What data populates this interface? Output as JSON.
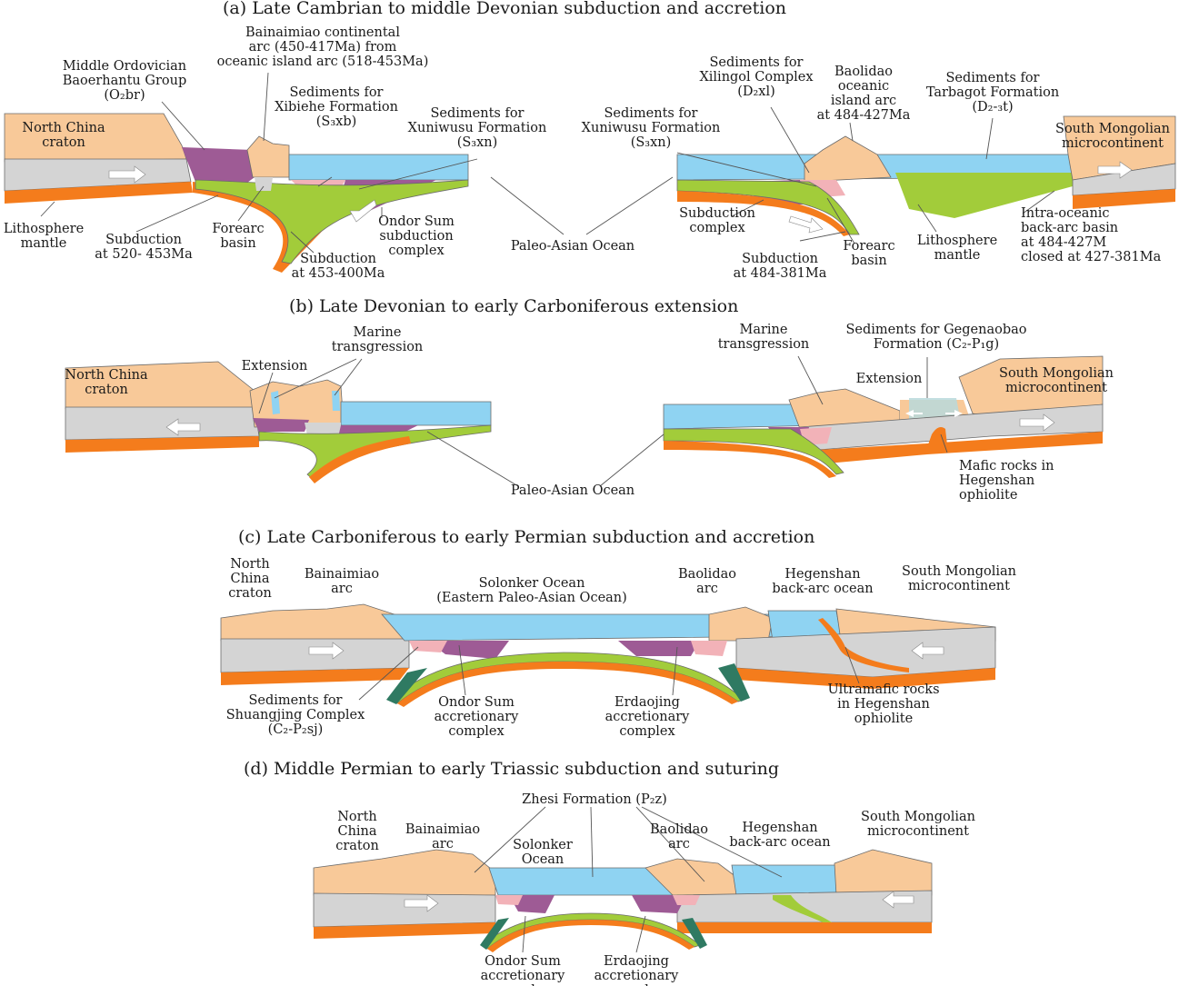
{
  "colors": {
    "continent": "#f8c999",
    "lithosphere": "#d4d4d4",
    "mantle": "#f47c1c",
    "ocean": "#8fd3f2",
    "arc_root": "#9e5b95",
    "crust_green": "#a2cc3a",
    "sediment_pink": "#f2b2b8",
    "dark_green": "#2f7a62",
    "arrow": "#ffffff"
  },
  "panels": {
    "a": {
      "title": "(a) Late Cambrian to middle Devonian subduction and accretion",
      "labels": {
        "ncc": [
          "North China",
          "craton"
        ],
        "bao": [
          "Middle Ordovician",
          "Baoerhantu Group",
          "(O₂br)"
        ],
        "bain": [
          "Bainaimiao continental",
          "arc (450-417Ma) from",
          "oceanic island arc (518-453Ma)"
        ],
        "xib": [
          "Sediments for",
          "Xibiehe Formation",
          "(S₃xb)"
        ],
        "xun_l": [
          "Sediments for",
          "Xuniwusu Formation",
          "(S₃xn)"
        ],
        "lith_l": [
          "Lithosphere",
          "mantle"
        ],
        "sub1": [
          "Subduction",
          "at 520- 453Ma"
        ],
        "fore_l": [
          "Forearc",
          "basin"
        ],
        "sub2": [
          "Subduction",
          "at 453-400Ma"
        ],
        "ondor": [
          "Ondor Sum",
          "subduction",
          "complex"
        ],
        "pao": "Paleo-Asian Ocean",
        "xun_r": [
          "Sediments for",
          "Xuniwusu Formation",
          "(S₃xn)"
        ],
        "xil": [
          "Sediments for",
          "Xilingol Complex",
          "(D₂xl)"
        ],
        "baol": [
          "Baolidao",
          "oceanic",
          "island arc",
          "at 484-427Ma"
        ],
        "tarb": [
          "Sediments for",
          "Tarbagot Formation",
          "(D₂-₃t)"
        ],
        "smm": [
          "South Mongolian",
          "microcontinent"
        ],
        "subc": [
          "Subduction",
          "complex"
        ],
        "sub3": [
          "Subduction",
          "at 484-381Ma"
        ],
        "fore_r": [
          "Forearc",
          "basin"
        ],
        "lith_r": [
          "Lithosphere",
          "mantle"
        ],
        "intra": [
          "Intra-oceanic",
          "back-arc basin",
          "at 484-427M",
          "closed at 427-381Ma"
        ]
      }
    },
    "b": {
      "title": "(b) Late Devonian to early Carboniferous extension",
      "labels": {
        "ncc": [
          "North China",
          "craton"
        ],
        "ext_l": "Extension",
        "mt_l": [
          "Marine",
          "transgression"
        ],
        "pao": "Paleo-Asian Ocean",
        "mt_r": [
          "Marine",
          "transgression"
        ],
        "gegen": [
          "Sediments for Gegenaobao",
          "Formation (C₂-P₁g)"
        ],
        "ext_r": "Extension",
        "smm": [
          "South Mongolian",
          "microcontinent"
        ],
        "mafic": [
          "Mafic rocks in",
          "Hegenshan",
          "ophiolite"
        ]
      }
    },
    "c": {
      "title": "(c) Late Carboniferous to early Permian subduction and accretion",
      "labels": {
        "ncc": [
          "North",
          "China",
          "craton"
        ],
        "bain": [
          "Bainaimiao",
          "arc"
        ],
        "solo": [
          "Solonker Ocean",
          "(Eastern Paleo-Asian Ocean)"
        ],
        "baol": [
          "Baolidao",
          "arc"
        ],
        "heg": [
          "Hegenshan",
          "back-arc ocean"
        ],
        "smm": [
          "South Mongolian",
          "microcontinent"
        ],
        "shuang": [
          "Sediments for",
          "Shuangjing Complex",
          "(C₂-P₂sj)"
        ],
        "ondor": [
          "Ondor Sum",
          "accretionary",
          "complex"
        ],
        "erda": [
          "Erdaojing",
          "accretionary",
          "complex"
        ],
        "ultra": [
          "Ultramafic rocks",
          "in Hegenshan",
          "ophiolite"
        ]
      }
    },
    "d": {
      "title": "(d) Middle Permian to early Triassic subduction and suturing",
      "labels": {
        "ncc": [
          "North",
          "China",
          "craton"
        ],
        "bain": [
          "Bainaimiao",
          "arc"
        ],
        "zhesi": "Zhesi Formation (P₂z)",
        "solo": [
          "Solonker",
          "Ocean"
        ],
        "baol": [
          "Baolidao",
          "arc"
        ],
        "heg": [
          "Hegenshan",
          "back-arc ocean"
        ],
        "smm": [
          "South Mongolian",
          "microcontinent"
        ],
        "ondor": [
          "Ondor Sum",
          "accretionary",
          "complex"
        ],
        "erda": [
          "Erdaojing",
          "accretionary",
          "complex"
        ]
      }
    }
  }
}
